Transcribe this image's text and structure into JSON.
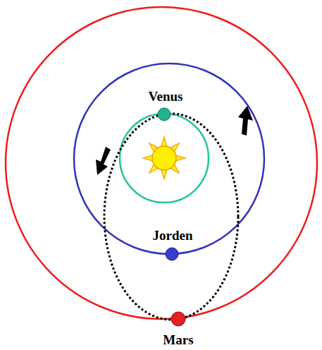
{
  "diagram": {
    "labels": [
      "Venus",
      "Jorden",
      "Mars"
    ]
  }
}
